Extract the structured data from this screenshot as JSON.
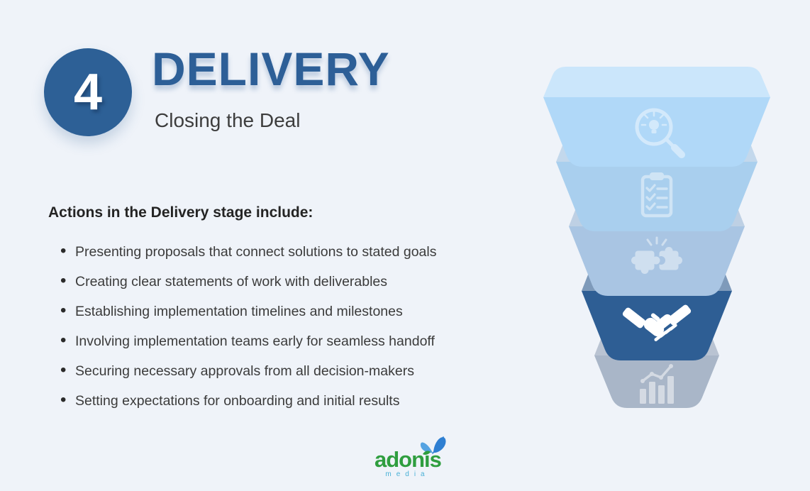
{
  "slide": {
    "background": "#eff3f9"
  },
  "header": {
    "step_number": "4",
    "title": "DELIVERY",
    "subtitle": "Closing the Deal",
    "accent_color": "#2d5f97"
  },
  "content": {
    "heading": "Actions in the Delivery stage include:",
    "bullets": [
      "Presenting proposals that connect solutions to stated goals",
      "Creating clear statements of work with deliverables",
      "Establishing implementation timelines and milestones",
      "Involving implementation teams early for seamless handoff",
      "Securing necessary approvals from all decision-makers",
      "Setting expectations for onboarding and initial results"
    ]
  },
  "funnel": {
    "stages": [
      {
        "icon": "magnifier-lightbulb-icon",
        "face_color": "#b0d8f8",
        "lip_color": "#cbe6fb",
        "highlighted": false
      },
      {
        "icon": "clipboard-checklist-icon",
        "face_color": "#a9cfee",
        "lip_color": "#c3d8ec",
        "highlighted": false
      },
      {
        "icon": "puzzle-pieces-icon",
        "face_color": "#a9c5e3",
        "lip_color": "#bed0e4",
        "highlighted": false
      },
      {
        "icon": "handshake-icon",
        "face_color": "#2e5e94",
        "lip_color": "#7e9aba",
        "highlighted": true
      },
      {
        "icon": "bar-chart-trend-icon",
        "face_color": "#a9b6c8",
        "lip_color": "#b9c3d2",
        "highlighted": false
      }
    ]
  },
  "footer": {
    "logo_text": "adonis",
    "logo_subtext": "media",
    "logo_color": "#2f9e3f",
    "logo_subtext_color": "#49b0d6",
    "butterfly_color": "#2e7fd2"
  }
}
